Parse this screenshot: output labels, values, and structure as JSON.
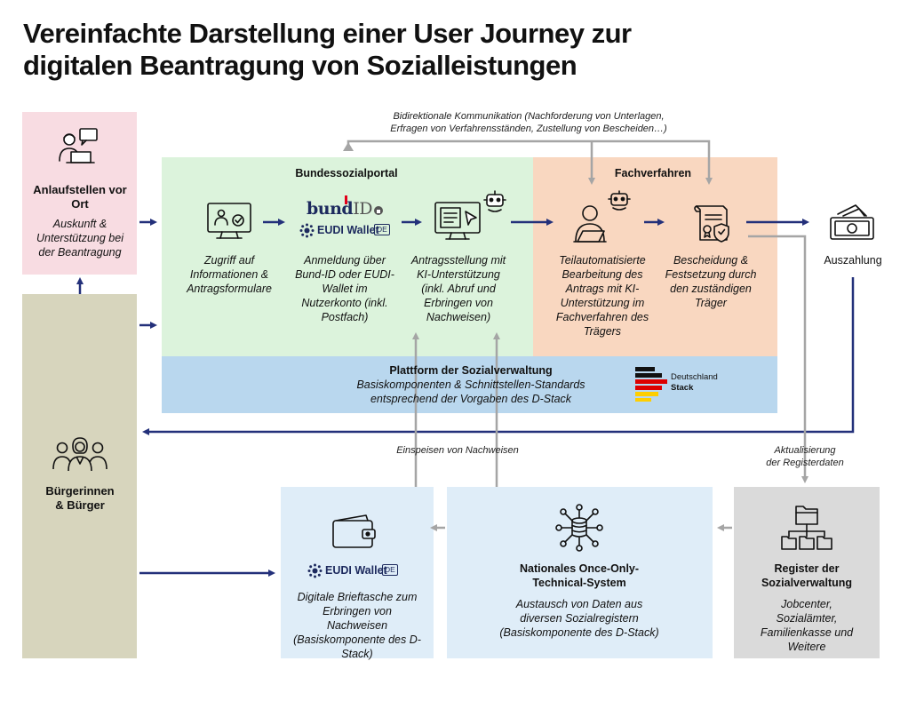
{
  "title": {
    "line1": "Vereinfachte Darstellung einer User Journey zur",
    "line2": "digitalen Beantragung von Sozialleistungen"
  },
  "colors": {
    "pink": "#f8dce2",
    "green": "#dcf3dc",
    "orange": "#f9d7c0",
    "blue": "#b9d7ee",
    "lightblue": "#dfedf8",
    "beige": "#d7d5bd",
    "grey": "#dadada",
    "navy": "#23307a",
    "arrow_grey": "#a5a5a5"
  },
  "anlaufstellen": {
    "title": "Anlaufstellen vor Ort",
    "text": "Auskunft & Unterstützung bei der Beantragung",
    "icon": "person-laptop-chat-icon"
  },
  "buerger": {
    "title": "Bürgerinnen & Bürger",
    "icon": "people-group-icon"
  },
  "top_note": {
    "line1": "Bidirektionale Kommunikation (Nachforderung von Unterlagen,",
    "line2": "Erfragen von Verfahrensständen, Zustellung von Bescheiden…)"
  },
  "bundessozialportal": {
    "title": "Bundessozialportal",
    "steps": [
      {
        "icon": "monitor-checkmark-user-icon",
        "text": "Zugriff auf Informationen & Antragsformulare"
      },
      {
        "icon": "bund-id-eudi-logo-icon",
        "logo1": "bund",
        "logo2": "ID",
        "logo3": "EUDI Wallet",
        "logo3b": "DE",
        "text": "Anmeldung über Bund-ID oder EUDI-Wallet im Nutzerkonto (inkl. Postfach)"
      },
      {
        "icon": "monitor-form-robot-icon",
        "text": "Antragsstellung mit KI-Unterstützung (inkl. Abruf und Erbringen von Nachweisen)"
      }
    ]
  },
  "fachverfahren": {
    "title": "Fachverfahren",
    "steps": [
      {
        "icon": "person-laptop-robot-icon",
        "text": "Teilautomatisierte Bearbeitung des Antrags mit KI-Unterstützung im Fachverfahren des Trägers"
      },
      {
        "icon": "document-shield-icon",
        "text": "Bescheidung & Festsetzung durch den zuständigen Träger"
      }
    ]
  },
  "auszahlung": {
    "label": "Auszahlung",
    "icon": "money-banknote-icon"
  },
  "plattform": {
    "title": "Plattform der Sozialverwaltung",
    "line1": "Basiskomponenten & Schnittstellen-Standards",
    "line2": "entsprechend der Vorgaben des D-Stack",
    "logo_line1": "Deutschland",
    "logo_line2": "Stack"
  },
  "einspeisen_label": "Einspeisen von Nachweisen",
  "aktualisierung_label": {
    "line1": "Aktualisierung",
    "line2": "der Registerdaten"
  },
  "wallet": {
    "icon": "wallet-icon",
    "logo": "EUDI Wallet",
    "logo_country": "DE",
    "text": "Digitale Brieftasche zum Erbringen von Nachweisen (Basiskomponente des D-Stack)"
  },
  "once_only": {
    "icon": "database-network-icon",
    "title": "Nationales Once-Only-Technical-System",
    "text": "Austausch von Daten aus diversen Sozialregistern (Basiskomponente des D-Stack)"
  },
  "register": {
    "icon": "folder-hierarchy-icon",
    "title": "Register der Sozialverwaltung",
    "text": "Jobcenter, Sozialämter, Familienkasse und Weitere"
  }
}
